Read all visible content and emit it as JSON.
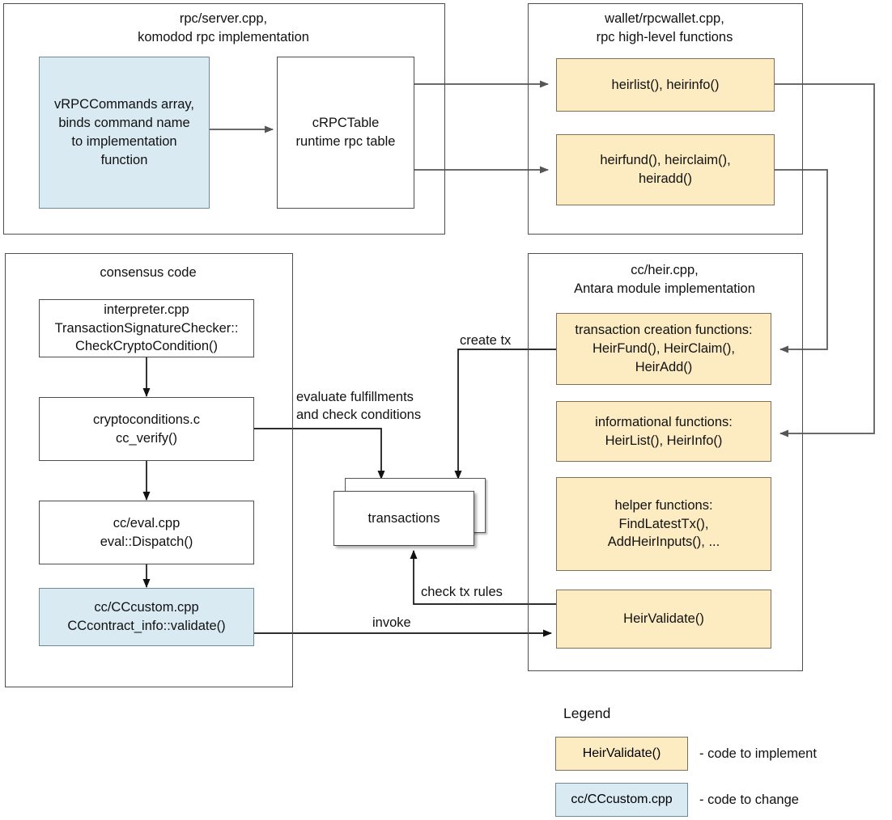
{
  "diagram": {
    "groups": {
      "rpc_server": {
        "title": "rpc/server.cpp,\nkomodod rpc implementation"
      },
      "rpc_wallet": {
        "title": "wallet/rpcwallet.cpp,\nrpc high-level functions"
      },
      "consensus": {
        "title": "consensus code"
      },
      "cc_heir": {
        "title": "cc/heir.cpp,\nAntara module implementation"
      }
    },
    "nodes": {
      "vrpccommands": "vRPCCommands array,\nbinds command name\nto implementation\nfunction",
      "crpctable": "cRPCTable\nruntime rpc table",
      "heirlist_info": "heirlist(), heirinfo()",
      "heirfund_claim_add": "heirfund(), heirclaim(),\nheiradd()",
      "interpreter": "interpreter.cpp\nTransactionSignatureChecker::\nCheckCryptoCondition()",
      "cryptoconditions": "cryptoconditions.c\ncc_verify()",
      "cc_eval": "cc/eval.cpp\neval::Dispatch()",
      "cc_custom": "cc/CCcustom.cpp\nCCcontract_info::validate()",
      "tx_creation": "transaction creation functions:\nHeirFund(), HeirClaim(),\nHeirAdd()",
      "informational": "informational functions:\nHeirList(), HeirInfo()",
      "helpers": "helper functions:\nFindLatestTx(),\nAddHeirInputs(), ...",
      "heirvalidate": "HeirValidate()",
      "transactions": "transactions"
    },
    "edge_labels": {
      "create_tx": "create tx",
      "evaluate": "evaluate fulfillments\nand check conditions",
      "check_tx_rules": "check tx rules",
      "invoke": "invoke"
    },
    "legend": {
      "title": "Legend",
      "items": [
        {
          "swatch_label": "HeirValidate()",
          "description": "- code to implement",
          "color": "#fdecc2"
        },
        {
          "swatch_label": "cc/CCcustom.cpp",
          "description": "- code to change",
          "color": "#d9eaf2"
        }
      ]
    },
    "colors": {
      "implement": "#fdecc2",
      "change": "#d9eaf2",
      "stroke": "#4d4d4d",
      "background": "#ffffff"
    }
  }
}
